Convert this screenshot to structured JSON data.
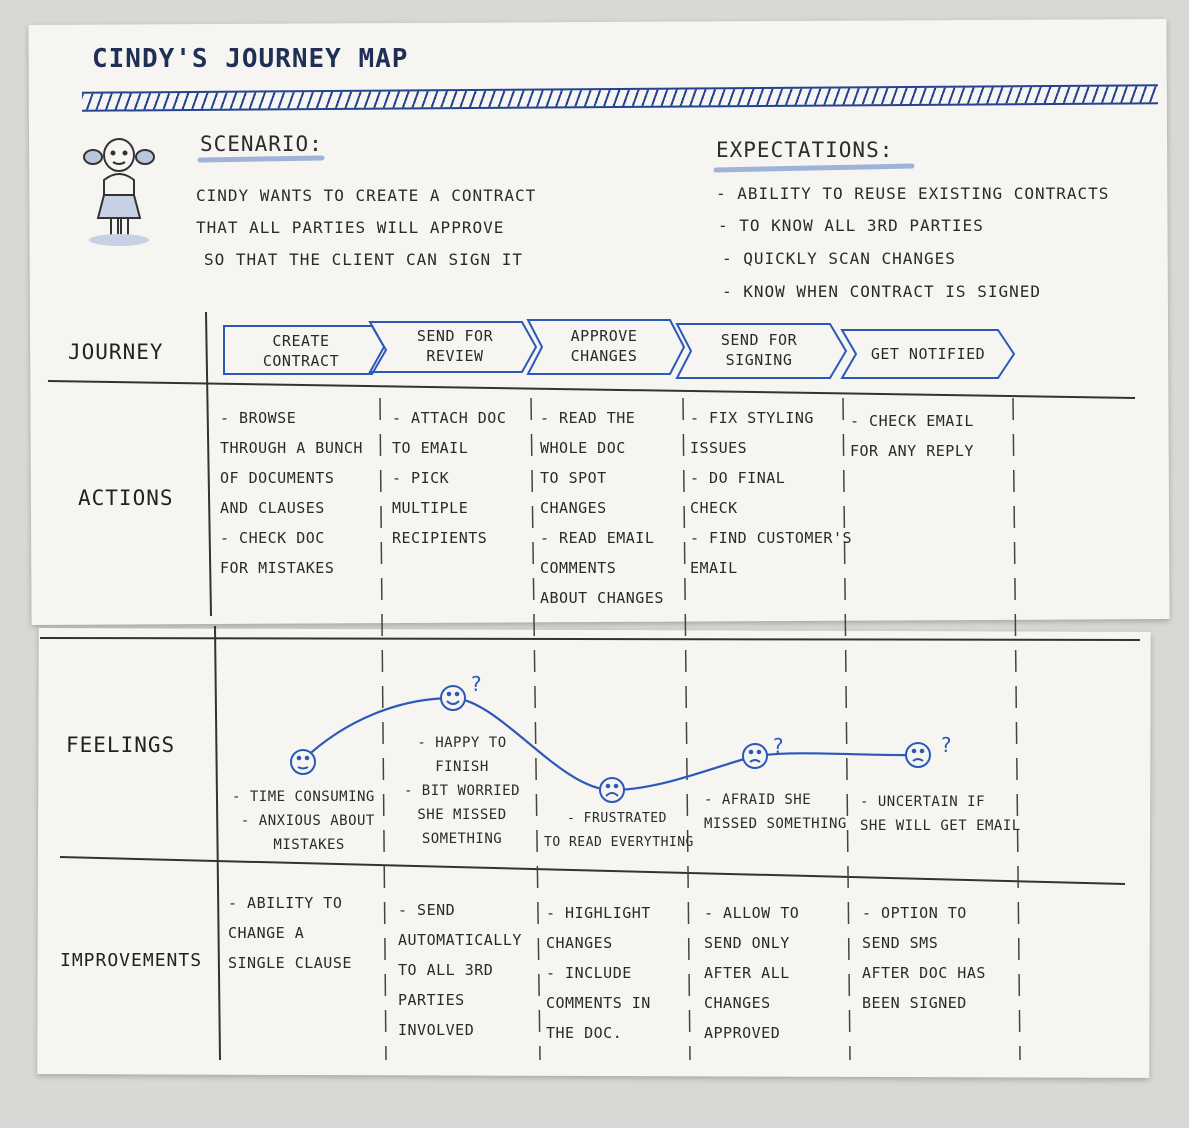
{
  "title": "CINDY'S JOURNEY MAP",
  "scenario": {
    "heading": "SCENARIO:",
    "lines": [
      "CINDY WANTS TO CREATE A CONTRACT",
      "THAT ALL PARTIES WILL APPROVE",
      "SO THAT THE CLIENT CAN SIGN IT"
    ]
  },
  "expectations": {
    "heading": "EXPECTATIONS:",
    "items": [
      "- ABILITY TO REUSE EXISTING CONTRACTS",
      "- TO KNOW ALL 3RD PARTIES",
      "- QUICKLY SCAN CHANGES",
      "- KNOW WHEN CONTRACT IS SIGNED"
    ]
  },
  "lanes": {
    "journey": "JOURNEY",
    "actions": "ACTIONS",
    "feelings": "FEELINGS",
    "improvements": "IMPROVEMENTS"
  },
  "stages": [
    {
      "label_1": "CREATE",
      "label_2": "CONTRACT"
    },
    {
      "label_1": "SEND FOR",
      "label_2": "REVIEW"
    },
    {
      "label_1": "APPROVE",
      "label_2": "CHANGES"
    },
    {
      "label_1": "SEND FOR",
      "label_2": "SIGNING"
    },
    {
      "label_1": "GET NOTIFIED",
      "label_2": ""
    }
  ],
  "actions": [
    [
      "- BROWSE",
      "THROUGH A BUNCH",
      "OF DOCUMENTS",
      "AND CLAUSES",
      "- CHECK DOC",
      "FOR MISTAKES"
    ],
    [
      "- ATTACH DOC",
      "TO EMAIL",
      "- PICK",
      "MULTIPLE",
      "RECIPIENTS"
    ],
    [
      "- READ THE",
      "WHOLE DOC",
      "TO SPOT",
      "CHANGES",
      "- READ EMAIL",
      "COMMENTS",
      "ABOUT CHANGES"
    ],
    [
      "- FIX STYLING",
      "ISSUES",
      "- DO FINAL",
      "CHECK",
      "- FIND CUSTOMER'S",
      "EMAIL"
    ],
    [
      "- CHECK EMAIL",
      "FOR ANY REPLY"
    ]
  ],
  "feelings": [
    {
      "level": "neutral",
      "question": false,
      "notes": [
        "- TIME CONSUMING",
        "- ANXIOUS ABOUT",
        "MISTAKES"
      ]
    },
    {
      "level": "happy",
      "question": true,
      "question_mark": "?",
      "notes": [
        "- HAPPY TO",
        "FINISH",
        "- BIT WORRIED",
        "SHE MISSED",
        "SOMETHING"
      ]
    },
    {
      "level": "frustrated",
      "question": false,
      "notes": [
        "- FRUSTRATED",
        "TO READ EVERYTHING"
      ]
    },
    {
      "level": "worried",
      "question": true,
      "question_mark": "?",
      "notes": [
        "- AFRAID SHE",
        "MISSED SOMETHING"
      ]
    },
    {
      "level": "worried",
      "question": true,
      "question_mark": "?",
      "notes": [
        "- UNCERTAIN IF",
        "SHE WILL GET EMAIL"
      ]
    }
  ],
  "improvements": [
    [
      "- ABILITY TO",
      "CHANGE A",
      "SINGLE CLAUSE"
    ],
    [
      "- SEND",
      "AUTOMATICALLY",
      "TO ALL 3RD",
      "PARTIES",
      "INVOLVED"
    ],
    [
      "- HIGHLIGHT",
      "CHANGES",
      "- INCLUDE",
      "COMMENTS IN",
      "THE DOC."
    ],
    [
      "- ALLOW TO",
      "SEND ONLY",
      "AFTER ALL",
      "CHANGES",
      "APPROVED"
    ],
    [
      "- OPTION TO",
      "SEND SMS",
      "AFTER DOC HAS",
      "BEEN SIGNED"
    ]
  ],
  "colors": {
    "ink": "#2a2a2a",
    "blue": "#2c59b8",
    "highlight": "#9fb3d9",
    "paper": "#f6f5f1"
  }
}
